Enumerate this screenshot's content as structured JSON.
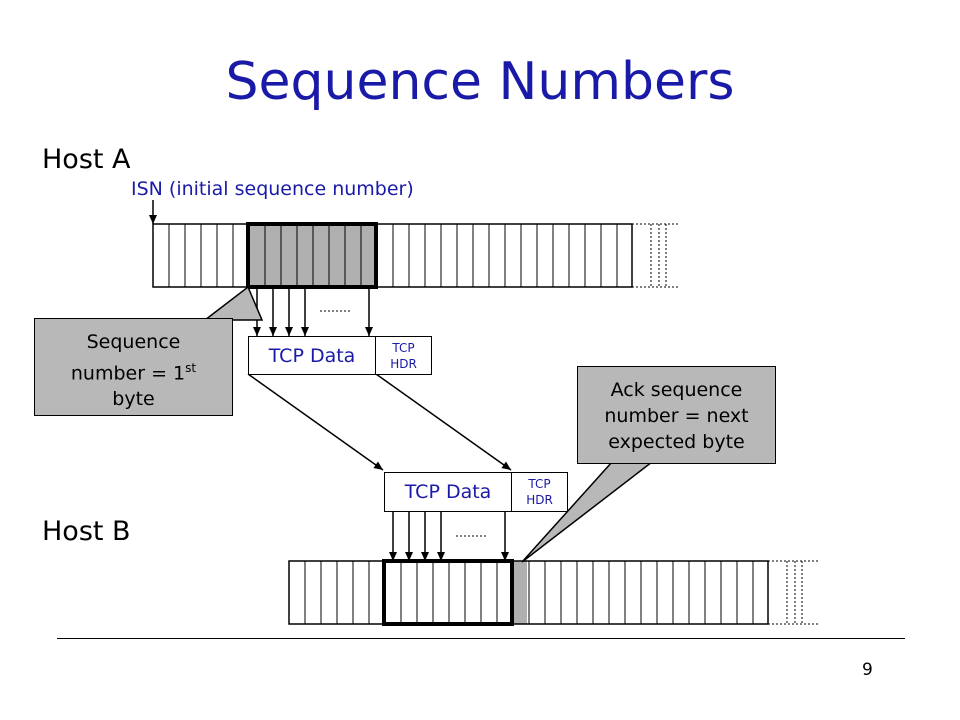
{
  "slide": {
    "title": "Sequence Numbers",
    "host_a": "Host A",
    "host_b": "Host B",
    "isn_label": "ISN (initial sequence number)",
    "page_number": "9"
  },
  "callouts": {
    "seq": {
      "line1": "Sequence",
      "line2_text": "number = 1",
      "line2_sup": "st",
      "line3": "byte"
    },
    "ack": {
      "line1": "Ack sequence",
      "line2": "number = next",
      "line3": "expected byte"
    }
  },
  "segments": {
    "a": {
      "data_label": "TCP Data",
      "hdr_line1": "TCP",
      "hdr_line2": "HDR"
    },
    "b": {
      "data_label": "TCP Data",
      "hdr_line1": "TCP",
      "hdr_line2": "HDR"
    }
  },
  "colors": {
    "title": "#1a1aa8",
    "highlight_fill": "#b0b0b0",
    "callout_fill": "#b8b8b8",
    "line": "#000000"
  }
}
